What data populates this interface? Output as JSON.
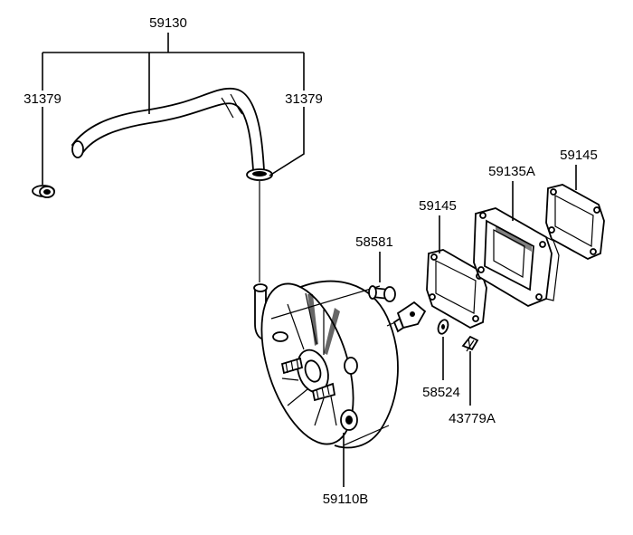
{
  "labels": {
    "vacuum_hose": "59130",
    "hose_clamp_left": "31379",
    "hose_clamp_right": "31379",
    "clevis_bolt": "58581",
    "gasket_right": "59145",
    "spacer": "59135A",
    "gasket_left": "59145",
    "washer": "58524",
    "pin": "43779A",
    "brake_booster": "59110B"
  },
  "colors": {
    "line": "#000000",
    "background": "#ffffff"
  }
}
